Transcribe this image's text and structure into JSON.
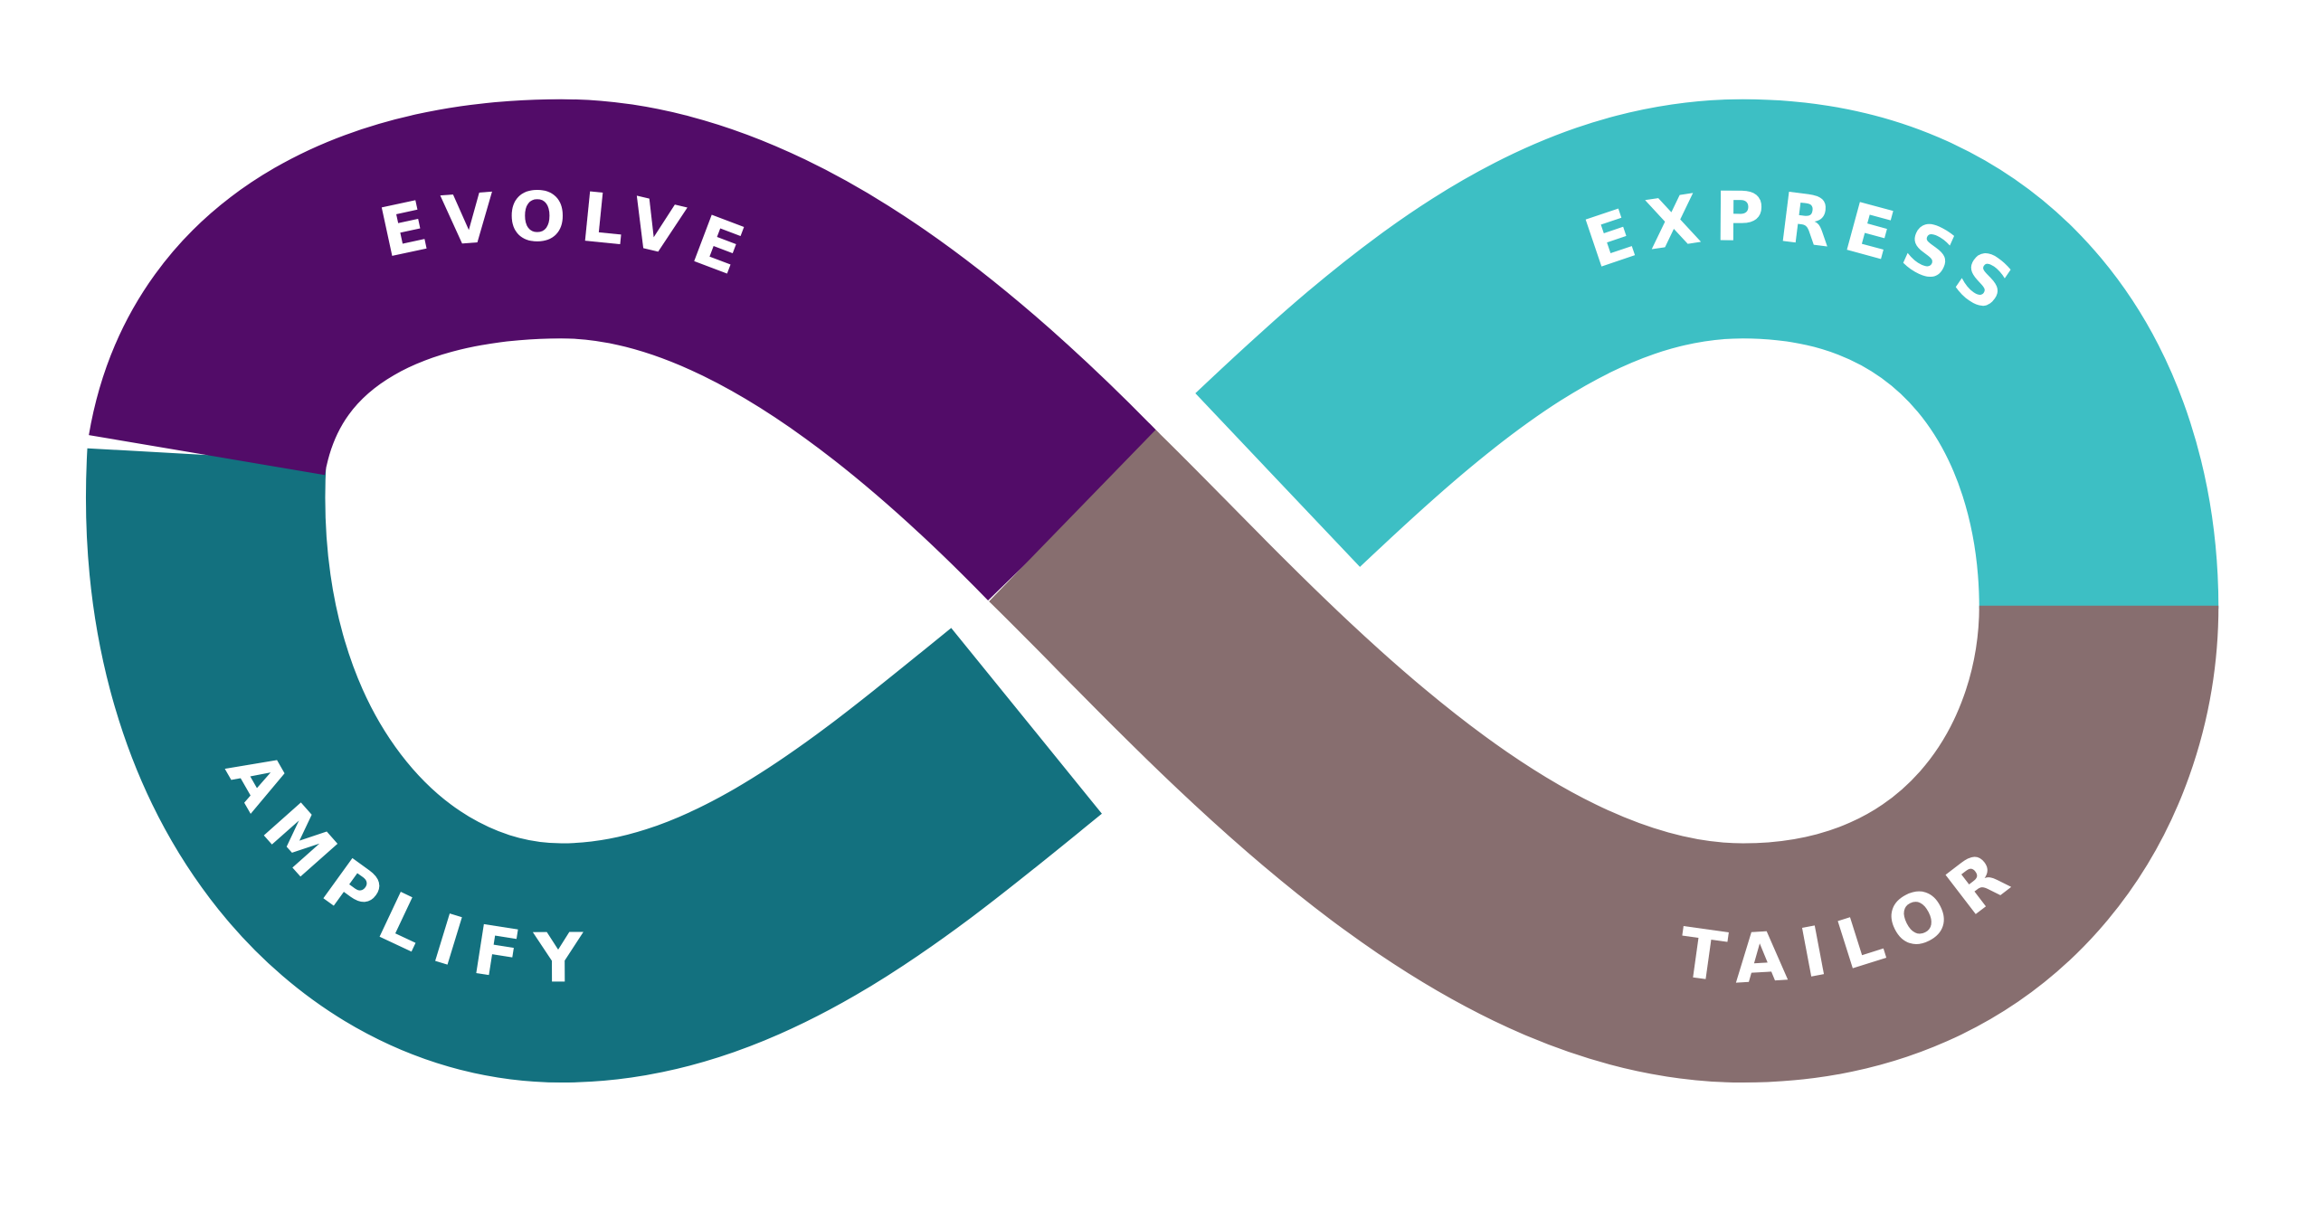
{
  "diagram": {
    "segments": [
      {
        "id": "evolve",
        "label": "EVOLVE",
        "color": "#520c68"
      },
      {
        "id": "express",
        "label": "EXPRESS",
        "color": "#3dbfc4"
      },
      {
        "id": "amplify",
        "label": "AMPLIFY",
        "color": "#13717f"
      },
      {
        "id": "tailor",
        "label": "TAILOR",
        "color": "#876e6f"
      }
    ]
  }
}
